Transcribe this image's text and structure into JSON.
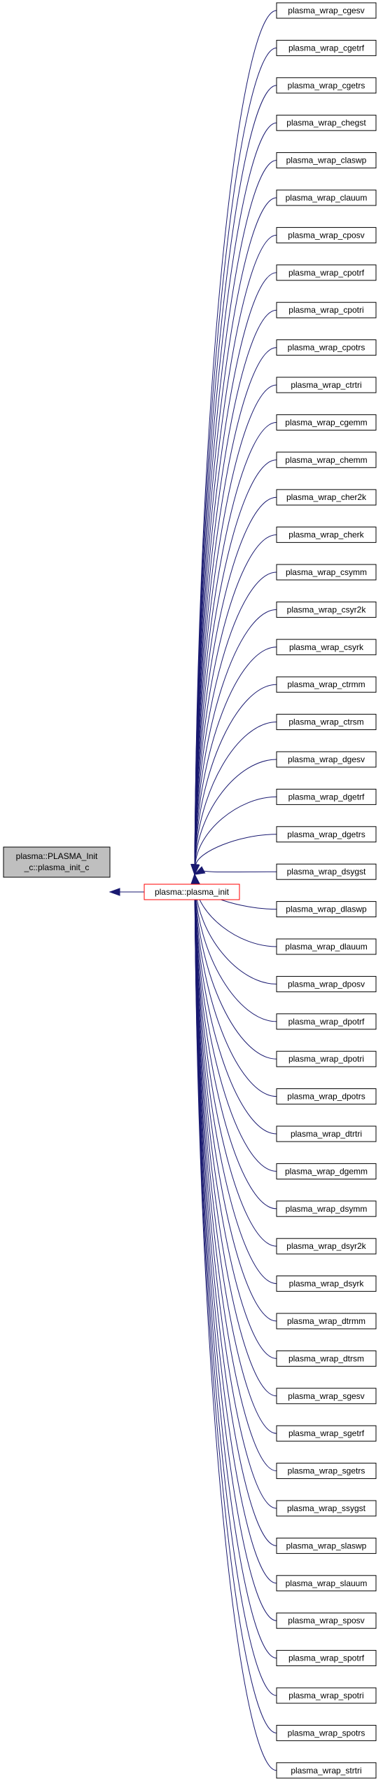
{
  "diagram": {
    "root": {
      "label_line1": "plasma::PLASMA_Init",
      "label_line2": "_c::plasma_init_c"
    },
    "center": {
      "label": "plasma::plasma_init"
    },
    "callers": [
      "plasma_wrap_cgesv",
      "plasma_wrap_cgetrf",
      "plasma_wrap_cgetrs",
      "plasma_wrap_chegst",
      "plasma_wrap_claswp",
      "plasma_wrap_clauum",
      "plasma_wrap_cposv",
      "plasma_wrap_cpotrf",
      "plasma_wrap_cpotri",
      "plasma_wrap_cpotrs",
      "plasma_wrap_ctrtri",
      "plasma_wrap_cgemm",
      "plasma_wrap_chemm",
      "plasma_wrap_cher2k",
      "plasma_wrap_cherk",
      "plasma_wrap_csymm",
      "plasma_wrap_csyr2k",
      "plasma_wrap_csyrk",
      "plasma_wrap_ctrmm",
      "plasma_wrap_ctrsm",
      "plasma_wrap_dgesv",
      "plasma_wrap_dgetrf",
      "plasma_wrap_dgetrs",
      "plasma_wrap_dsygst",
      "plasma_wrap_dlaswp",
      "plasma_wrap_dlauum",
      "plasma_wrap_dposv",
      "plasma_wrap_dpotrf",
      "plasma_wrap_dpotri",
      "plasma_wrap_dpotrs",
      "plasma_wrap_dtrtri",
      "plasma_wrap_dgemm",
      "plasma_wrap_dsymm",
      "plasma_wrap_dsyr2k",
      "plasma_wrap_dsyrk",
      "plasma_wrap_dtrmm",
      "plasma_wrap_dtrsm",
      "plasma_wrap_sgesv",
      "plasma_wrap_sgetrf",
      "plasma_wrap_sgetrs",
      "plasma_wrap_ssygst",
      "plasma_wrap_slaswp",
      "plasma_wrap_slauum",
      "plasma_wrap_sposv",
      "plasma_wrap_spotrf",
      "plasma_wrap_spotri",
      "plasma_wrap_spotrs",
      "plasma_wrap_strtri"
    ],
    "colors": {
      "edge": "#191970",
      "root_fill": "#bfbfbf",
      "root_stroke": "#000000",
      "center_stroke": "#ff0000",
      "node_stroke": "#000000",
      "node_fill": "#ffffff"
    }
  }
}
